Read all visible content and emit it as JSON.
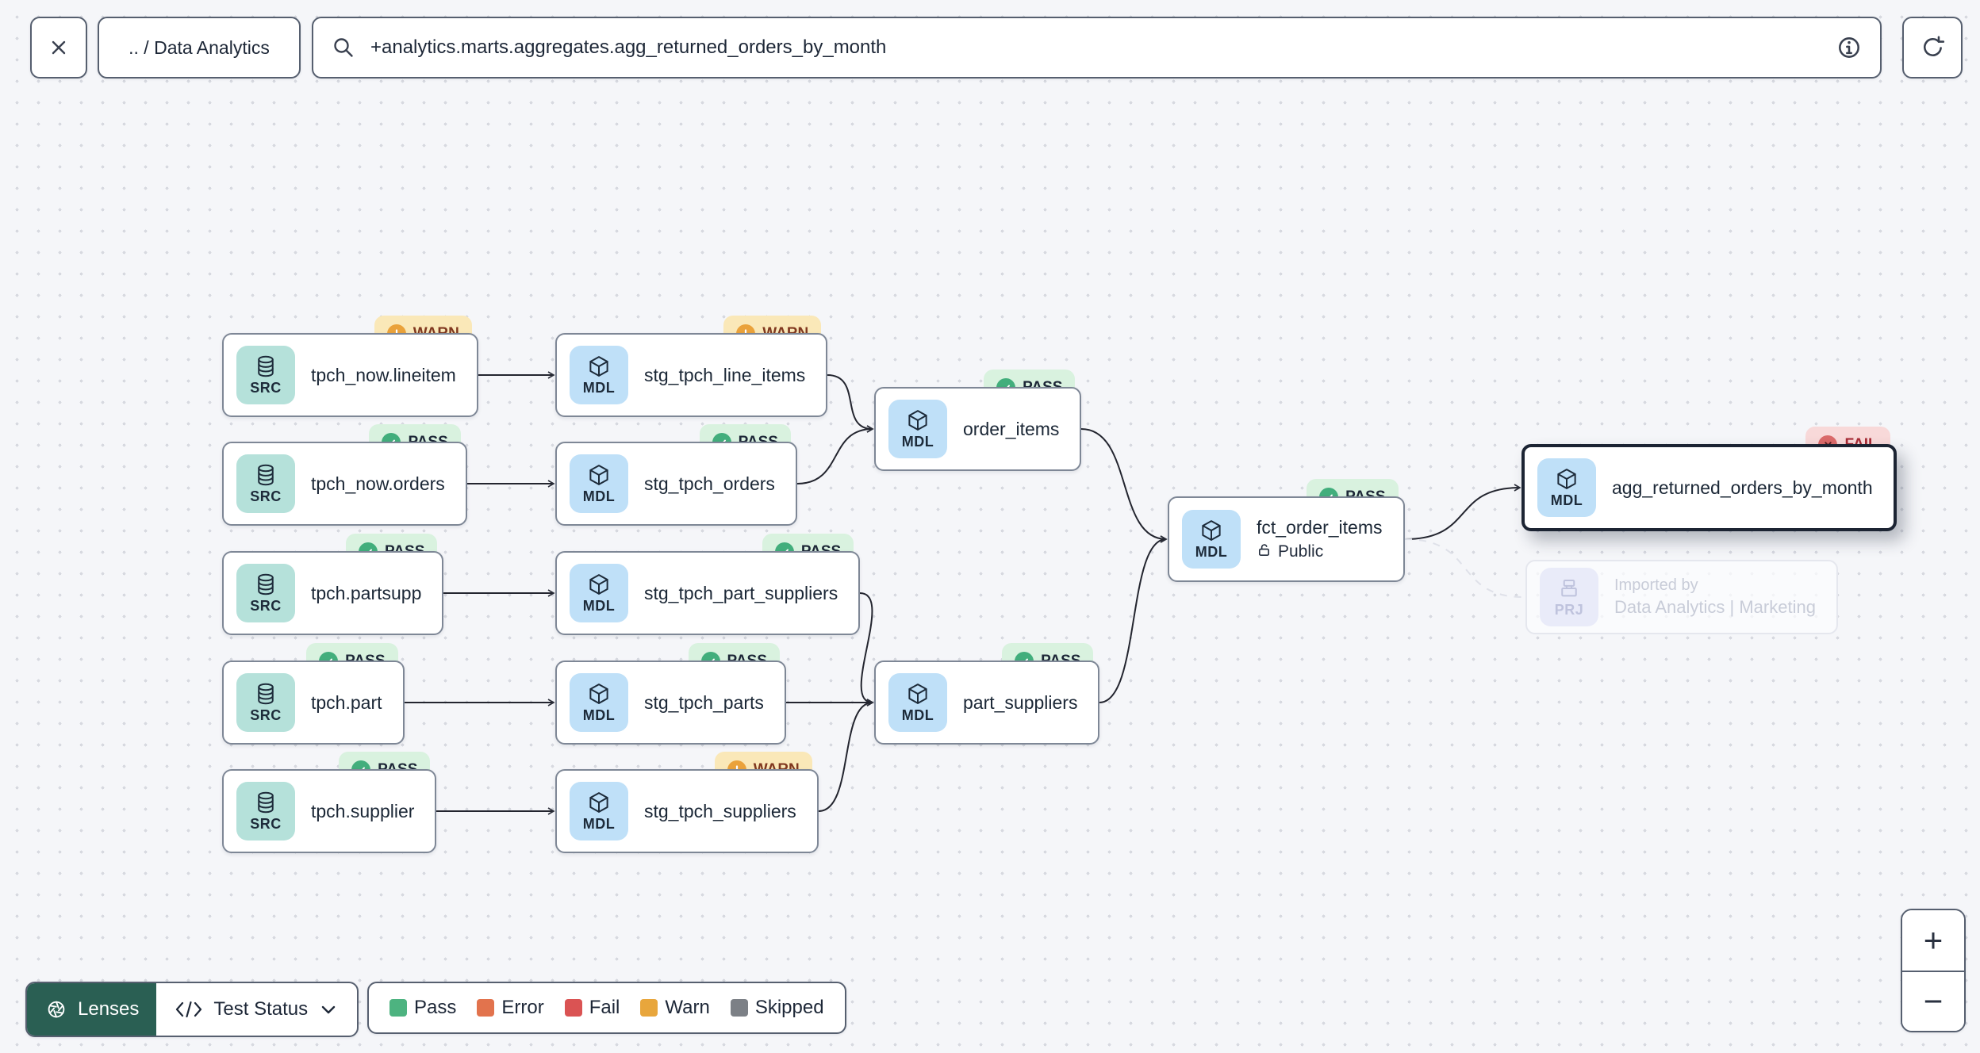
{
  "topbar": {
    "breadcrumb": ".. / Data Analytics",
    "search": {
      "value": "+analytics.marts.aggregates.agg_returned_orders_by_month"
    }
  },
  "badges": {
    "PASS": "PASS",
    "WARN": "WARN",
    "FAIL": "FAIL"
  },
  "nodes": [
    {
      "id": "tpch_now_lineitem",
      "label": "tpch_now.lineitem",
      "kind": "SRC",
      "icon": "database-icon",
      "status": "WARN"
    },
    {
      "id": "stg_tpch_line_items",
      "label": "stg_tpch_line_items",
      "kind": "MDL",
      "icon": "cube-icon",
      "status": "WARN"
    },
    {
      "id": "tpch_now_orders",
      "label": "tpch_now.orders",
      "kind": "SRC",
      "icon": "database-icon",
      "status": "PASS"
    },
    {
      "id": "stg_tpch_orders",
      "label": "stg_tpch_orders",
      "kind": "MDL",
      "icon": "cube-icon",
      "status": "PASS"
    },
    {
      "id": "order_items",
      "label": "order_items",
      "kind": "MDL",
      "icon": "cube-icon",
      "status": "PASS"
    },
    {
      "id": "tpch_partsupp",
      "label": "tpch.partsupp",
      "kind": "SRC",
      "icon": "database-icon",
      "status": "PASS"
    },
    {
      "id": "stg_tpch_part_suppliers",
      "label": "stg_tpch_part_suppliers",
      "kind": "MDL",
      "icon": "cube-icon",
      "status": "PASS"
    },
    {
      "id": "fct_order_items",
      "label": "fct_order_items",
      "kind": "MDL",
      "icon": "cube-icon",
      "status": "PASS",
      "sublabel": "Public"
    },
    {
      "id": "agg_returned_orders_by_month",
      "label": "agg_returned_orders_by_month",
      "kind": "MDL",
      "icon": "cube-icon",
      "status": "FAIL",
      "selected": true
    },
    {
      "id": "tpch_part",
      "label": "tpch.part",
      "kind": "SRC",
      "icon": "database-icon",
      "status": "PASS"
    },
    {
      "id": "stg_tpch_parts",
      "label": "stg_tpch_parts",
      "kind": "MDL",
      "icon": "cube-icon",
      "status": "PASS"
    },
    {
      "id": "part_suppliers",
      "label": "part_suppliers",
      "kind": "MDL",
      "icon": "cube-icon",
      "status": "PASS"
    },
    {
      "id": "tpch_supplier",
      "label": "tpch.supplier",
      "kind": "SRC",
      "icon": "database-icon",
      "status": "PASS"
    },
    {
      "id": "stg_tpch_suppliers",
      "label": "stg_tpch_suppliers",
      "kind": "MDL",
      "icon": "cube-icon",
      "status": "WARN"
    },
    {
      "id": "imported_by",
      "kind": "PRJ",
      "icon": "project-icon",
      "ghost": true,
      "line1": "Imported by",
      "line2": "Data Analytics | Marketing"
    }
  ],
  "edges": [
    {
      "from": "tpch_now_lineitem",
      "to": "stg_tpch_line_items"
    },
    {
      "from": "tpch_now_orders",
      "to": "stg_tpch_orders"
    },
    {
      "from": "tpch_partsupp",
      "to": "stg_tpch_part_suppliers"
    },
    {
      "from": "tpch_part",
      "to": "stg_tpch_parts"
    },
    {
      "from": "tpch_supplier",
      "to": "stg_tpch_suppliers"
    },
    {
      "from": "stg_tpch_line_items",
      "to": "order_items"
    },
    {
      "from": "stg_tpch_orders",
      "to": "order_items"
    },
    {
      "from": "stg_tpch_parts",
      "to": "part_suppliers"
    },
    {
      "from": "stg_tpch_part_suppliers",
      "to": "part_suppliers"
    },
    {
      "from": "stg_tpch_suppliers",
      "to": "part_suppliers"
    },
    {
      "from": "order_items",
      "to": "fct_order_items"
    },
    {
      "from": "part_suppliers",
      "to": "fct_order_items"
    },
    {
      "from": "fct_order_items",
      "to": "agg_returned_orders_by_month"
    },
    {
      "from": "fct_order_items",
      "to": "imported_by",
      "dashed": true
    }
  ],
  "controls": {
    "lenses_label": "Lenses",
    "lens_selected": "Test Status",
    "legend": [
      {
        "label": "Pass",
        "color": "#4db380"
      },
      {
        "label": "Error",
        "color": "#e2734d"
      },
      {
        "label": "Fail",
        "color": "#da5353"
      },
      {
        "label": "Warn",
        "color": "#e8a63c"
      },
      {
        "label": "Skipped",
        "color": "#7c8086"
      }
    ],
    "zoom_in": "+",
    "zoom_out": "−"
  }
}
